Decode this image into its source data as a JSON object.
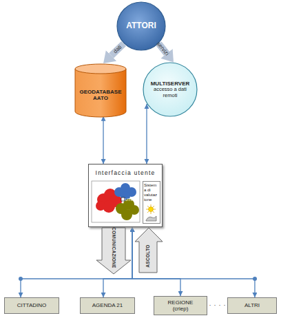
{
  "diagram": {
    "nodes": [
      {
        "text": [
          "ATTORI"
        ]
      },
      {
        "text": [
          "GEODATABASE AATO"
        ]
      },
      {
        "text": [
          "MULTISERVER",
          "accesso a dati remoti"
        ]
      },
      {
        "text": [
          "Interfaccia utente"
        ]
      },
      {
        "text": [
          "Sistem a di valutaz ione"
        ],
        "in": 3
      },
      {
        "text": [
          "CITTADINO"
        ]
      },
      {
        "text": [
          "AGENDA 21"
        ]
      },
      {
        "text": [
          "REGIONE (criep)"
        ]
      },
      {
        "text": [
          "ALTRI"
        ]
      }
    ],
    "edges": [
      {
        "from": 0,
        "to": 1,
        "label": "dati",
        "arrow": "to"
      },
      {
        "from": 0,
        "to": 2,
        "label": "servizi",
        "arrow": "to"
      },
      {
        "from": 1,
        "to": 3,
        "arrow": "both"
      },
      {
        "from": 2,
        "to": 3,
        "arrow": "both"
      },
      {
        "from": 3,
        "to": 5,
        "arrow": "both"
      },
      {
        "from": 3,
        "to": 6,
        "arrow": "both"
      },
      {
        "from": 3,
        "to": 7,
        "arrow": "both"
      },
      {
        "from": 3,
        "to": 8,
        "arrow": "both"
      }
    ],
    "labels": [
      "COMUNICAZIONE",
      "ASCOLTO",
      "UTM",
      ". . . ."
    ]
  }
}
